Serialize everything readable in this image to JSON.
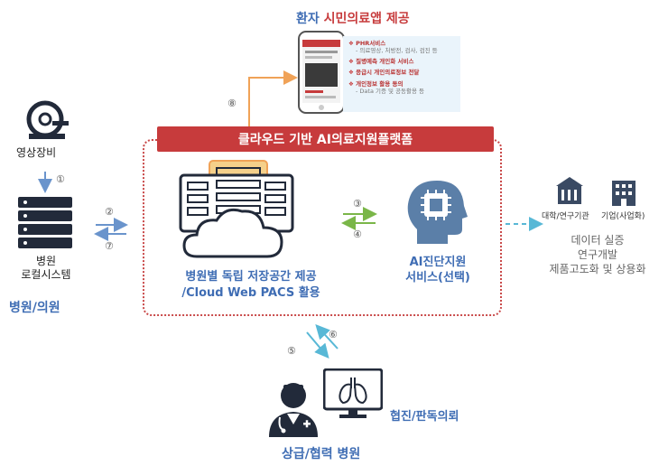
{
  "patient": {
    "title_prefix": "환자",
    "title_rest": "시민의료앱 제공",
    "services": [
      {
        "label": "PHR서비스",
        "sub": "- 의료영상, 처방전, 검사, 검진 등"
      },
      {
        "label": "질병예측 개인화 서비스",
        "sub": ""
      },
      {
        "label": "응급시 개인의료정보 전달",
        "sub": ""
      },
      {
        "label": "개인정보 활용 동의",
        "sub": "- Data 기증 및 공동활용 등"
      }
    ]
  },
  "platform": {
    "banner": "클라우드 기반 AI의료지원플랫폼",
    "storage_line1": "병원별 독립 저장공간 제공",
    "storage_line2": "/Cloud Web PACS 활용",
    "ai_line1": "AI진단지원",
    "ai_line2": "서비스(선택)"
  },
  "hospital": {
    "equipment": "영상장비",
    "system_line1": "병원",
    "system_line2": "로컬시스템",
    "group": "병원/의원"
  },
  "research": {
    "univ": "대학/연구기관",
    "company": "기업(사업화)",
    "desc_line1": "데이터 실증",
    "desc_line2": "연구개발",
    "desc_line3": "제품고도화 및 상용화"
  },
  "referral": {
    "consult": "협진/판독의뢰",
    "group": "상급/협력 병원"
  },
  "steps": {
    "s1": "①",
    "s2": "②",
    "s3": "③",
    "s4": "④",
    "s5": "⑤",
    "s6": "⑥",
    "s7": "⑦",
    "s8": "⑧"
  },
  "colors": {
    "red": "#c73b3c",
    "blue": "#3f6db4",
    "green": "#7ab648",
    "teal": "#58b8d6",
    "orange": "#f0a257",
    "navy": "#222a3a"
  }
}
